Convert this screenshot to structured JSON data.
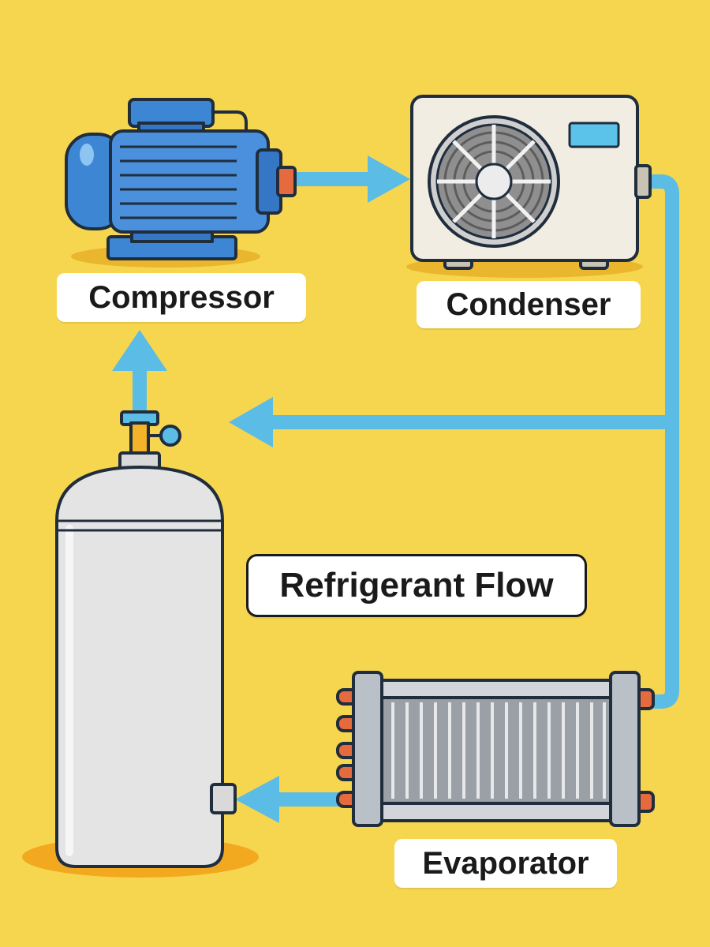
{
  "title": "Refrigerant Flow",
  "components": {
    "compressor": "Compressor",
    "condenser": "Condenser",
    "evaporator": "Evaporator"
  },
  "colors": {
    "background": "#f7d64f",
    "pipe": "#5bbce6",
    "compressor_body": "#3d86d4",
    "condenser_case": "#f2ede3",
    "condenser_display": "#5bc3ea",
    "tank": "#e4e4e4",
    "valve": "#f4b429",
    "pipe_caps": "#e56a3d"
  }
}
